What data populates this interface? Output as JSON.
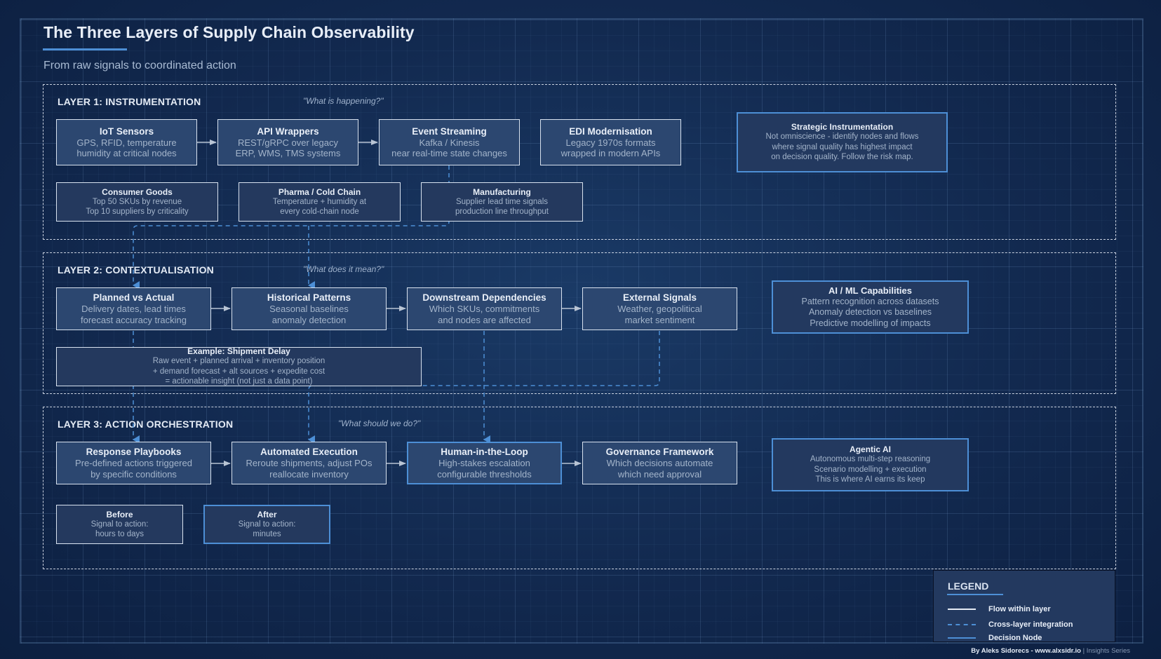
{
  "header": {
    "title": "The Three Layers of Supply Chain Observability",
    "subtitle": "From raw signals to coordinated action"
  },
  "colors": {
    "background": "#12294f",
    "node_fill": "#2c4770",
    "node_border": "#d8e2ef",
    "decision_border": "#4d8fd6",
    "cross_layer_line": "#4d8fd6",
    "flow_line": "#b8c4d4"
  },
  "layers": [
    {
      "title": "LAYER 1: INSTRUMENTATION",
      "question": "\"What is happening?\"",
      "nodes": [
        {
          "title": "IoT Sensors",
          "lines": [
            "GPS, RFID, temperature",
            "humidity at critical nodes"
          ]
        },
        {
          "title": "API Wrappers",
          "lines": [
            "REST/gRPC over legacy",
            "ERP, WMS, TMS systems"
          ]
        },
        {
          "title": "Event Streaming",
          "lines": [
            "Kafka / Kinesis",
            "near real-time state changes"
          ]
        },
        {
          "title": "EDI Modernisation",
          "lines": [
            "Legacy 1970s formats",
            "wrapped in modern APIs"
          ]
        }
      ],
      "examples": [
        {
          "title": "Consumer Goods",
          "lines": [
            "Top 50 SKUs by revenue",
            "Top 10 suppliers by criticality"
          ]
        },
        {
          "title": "Pharma / Cold Chain",
          "lines": [
            "Temperature + humidity at",
            "every cold-chain node"
          ]
        },
        {
          "title": "Manufacturing",
          "lines": [
            "Supplier lead time signals",
            "production line throughput"
          ]
        }
      ],
      "info": {
        "title": "Strategic Instrumentation",
        "lines": [
          "Not omniscience - identify nodes and flows",
          "where signal quality has highest impact",
          "on decision quality. Follow the risk map."
        ]
      }
    },
    {
      "title": "LAYER 2: CONTEXTUALISATION",
      "question": "\"What does it mean?\"",
      "nodes": [
        {
          "title": "Planned vs Actual",
          "lines": [
            "Delivery dates, lead times",
            "forecast accuracy tracking"
          ]
        },
        {
          "title": "Historical Patterns",
          "lines": [
            "Seasonal baselines",
            "anomaly detection"
          ]
        },
        {
          "title": "Downstream Dependencies",
          "lines": [
            "Which SKUs, commitments",
            "and nodes are affected"
          ]
        },
        {
          "title": "External Signals",
          "lines": [
            "Weather, geopolitical",
            "market sentiment"
          ]
        }
      ],
      "example": {
        "title": "Example: Shipment Delay",
        "lines": [
          "Raw event + planned arrival + inventory position",
          "+ demand forecast + alt sources + expedite cost",
          "= actionable insight (not just a data point)"
        ]
      },
      "info": {
        "title": "AI / ML Capabilities",
        "lines": [
          "Pattern recognition across datasets",
          "Anomaly detection vs baselines",
          "Predictive modelling of impacts"
        ]
      }
    },
    {
      "title": "LAYER 3: ACTION ORCHESTRATION",
      "question": "\"What should we do?\"",
      "nodes": [
        {
          "title": "Response Playbooks",
          "lines": [
            "Pre-defined actions triggered",
            "by specific conditions"
          ]
        },
        {
          "title": "Automated Execution",
          "lines": [
            "Reroute shipments, adjust POs",
            "reallocate inventory"
          ]
        },
        {
          "title": "Human-in-the-Loop",
          "lines": [
            "High-stakes escalation",
            "configurable thresholds"
          ]
        },
        {
          "title": "Governance Framework",
          "lines": [
            "Which decisions automate",
            "which need approval"
          ]
        }
      ],
      "comparisons": [
        {
          "title": "Before",
          "lines": [
            "Signal to action:",
            "hours to days"
          ]
        },
        {
          "title": "After",
          "lines": [
            "Signal to action:",
            "minutes"
          ]
        }
      ],
      "info": {
        "title": "Agentic AI",
        "lines": [
          "Autonomous multi-step reasoning",
          "Scenario modelling + execution",
          "This is where AI earns its keep"
        ]
      }
    }
  ],
  "legend": {
    "title": "LEGEND",
    "items": [
      {
        "style": "solid-white",
        "label": "Flow within layer"
      },
      {
        "style": "dashed-blue",
        "label": "Cross-layer integration"
      },
      {
        "style": "solid-blue",
        "label": "Decision Node"
      }
    ]
  },
  "footer": {
    "credit": "By Aleks Sidorecs - www.alxsidr.io",
    "separator": " | ",
    "series": "Insights Series"
  }
}
